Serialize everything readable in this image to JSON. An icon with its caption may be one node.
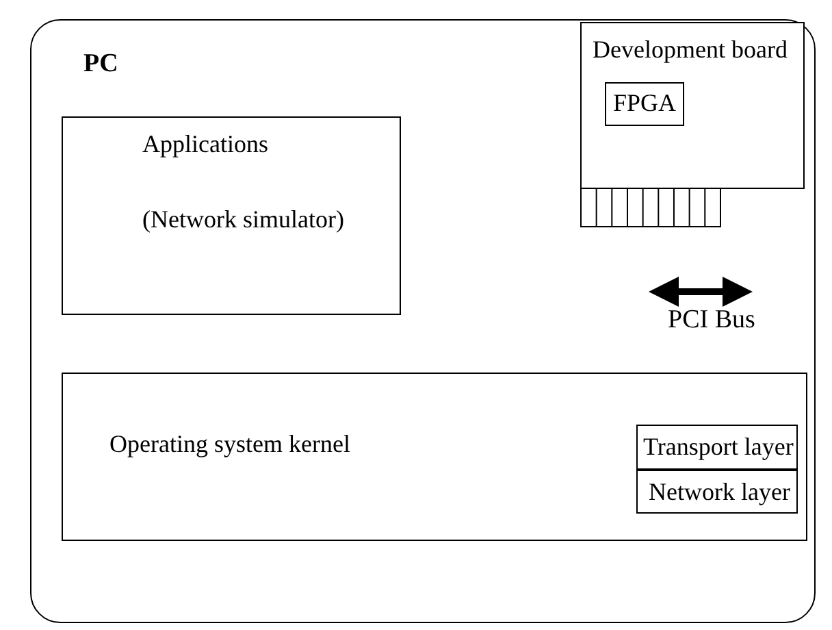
{
  "diagram": {
    "nodes": [
      {
        "text": [
          "PC"
        ]
      },
      {
        "text": [
          "Applications",
          "(Network simulator)"
        ],
        "in": 0
      },
      {
        "text": [
          "Development board"
        ],
        "in": 0
      },
      {
        "text": [
          "FPGA"
        ],
        "in": 2
      },
      {
        "text": [
          "Operating system kernel"
        ],
        "in": 0
      },
      {
        "text": [
          "Transport layer"
        ],
        "in": 4
      },
      {
        "text": [
          "Network layer"
        ],
        "in": 4
      }
    ],
    "edges": [],
    "labels": [
      "PCI Bus"
    ]
  }
}
